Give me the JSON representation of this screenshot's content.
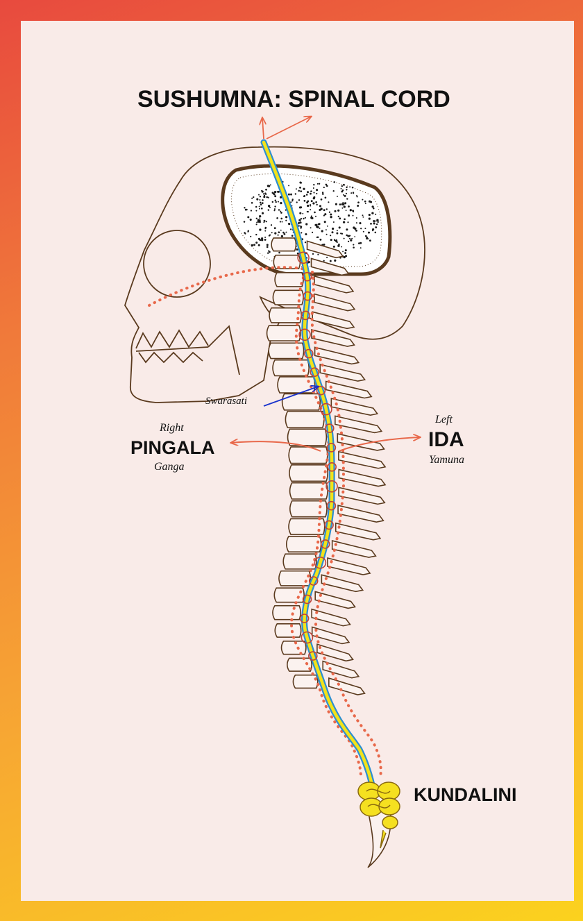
{
  "title": "SUSHUMNA: SPINAL CORD",
  "labels": {
    "swarasati": "Swarasati",
    "pingala": {
      "side": "Right",
      "name": "PINGALA",
      "river": "Ganga"
    },
    "ida": {
      "side": "Left",
      "name": "IDA",
      "river": "Yamuna"
    },
    "kundalini": "KUNDALINI"
  },
  "colors": {
    "frame_gradient": [
      "#e84a3e",
      "#f07a3a",
      "#f7a733",
      "#fbd21e"
    ],
    "panel": "#f9ebe8",
    "outline": "#5a3a1e",
    "nadi_dotted": "#e8684a",
    "sushumna_core": "#f2e21a",
    "sushumna_edge": "#2e8fd0",
    "arrow": "#e8684a",
    "swarasati_arrow": "#1a33cc",
    "kundalini": "#f5e020"
  },
  "icons": [
    "skull-outline",
    "brain-illustration",
    "vertebral-column",
    "kundalini-coil"
  ]
}
